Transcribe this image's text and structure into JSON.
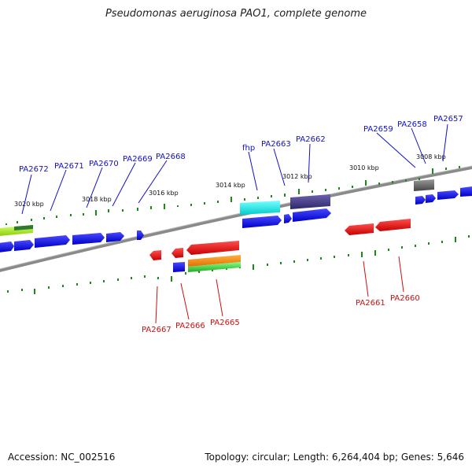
{
  "map": {
    "title": "Pseudomonas aeruginosa PAO1, complete genome",
    "accession": "Accession: NC_002516",
    "summary": "Topology: circular; Length: 6,264,404 bp; Genes: 5,646"
  },
  "ticks": [
    "3020 kbp",
    "3018 kbp",
    "3016 kbp",
    "3014 kbp",
    "3012 kbp",
    "3010 kbp",
    "3008 kbp"
  ],
  "forward_genes": [
    "PA2672",
    "PA2671",
    "PA2670",
    "PA2669",
    "PA2668",
    "fhp",
    "PA2663",
    "PA2662",
    "PA2659",
    "PA2658",
    "PA2657"
  ],
  "reverse_genes": [
    "PA2667",
    "PA2666",
    "PA2665",
    "PA2661",
    "PA2660"
  ],
  "colors": {
    "forward_cds": "#1a1aff",
    "reverse_cds": "#ff1a1a",
    "backbone": "#888888",
    "gc_skew_ticks": "#1a8a1a",
    "cyan_feature": "#22e5e5",
    "purple_feature": "#4a3f8a",
    "orange_feature": "#ff8c00",
    "green_feature": "#44cc22",
    "gray_feature": "#666666",
    "label_forward": "#1010cc",
    "label_reverse": "#cc1010"
  }
}
